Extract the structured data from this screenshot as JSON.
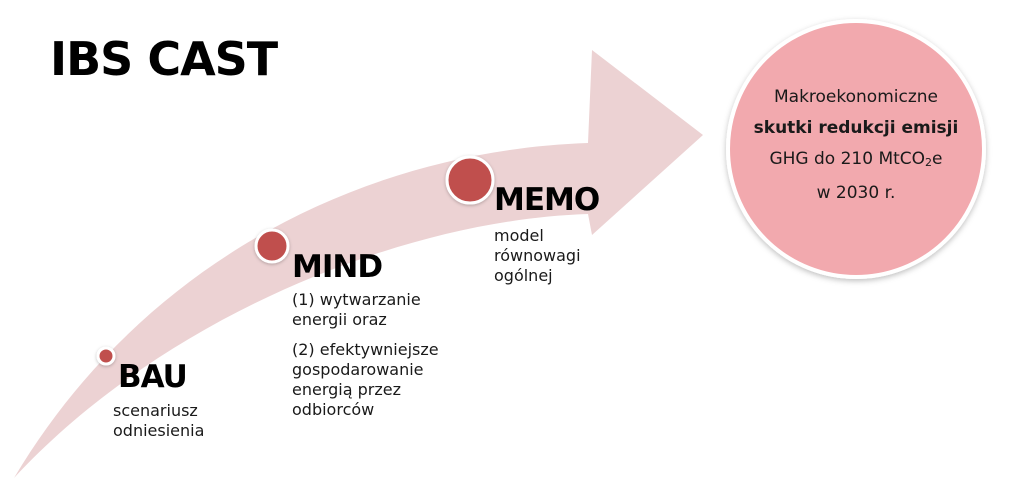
{
  "title": "IBS CAST",
  "stages": [
    {
      "label": "BAU",
      "description": [
        "scenariusz",
        "odniesienia"
      ]
    },
    {
      "label": "MIND",
      "description_items": [
        [
          "(1) wytwarzanie",
          "energii oraz"
        ],
        [
          "(2) efektywniejsze",
          "gospodarowanie",
          "energią przez",
          "odbiorców"
        ]
      ]
    },
    {
      "label": "MEMO",
      "description": [
        "model",
        "równowagi",
        "ogólnej"
      ]
    }
  ],
  "outcome": {
    "line1": "Makroekonomiczne",
    "line2": "skutki redukcji emisji",
    "line3_prefix": "GHG do 210 MtCO",
    "line3_sub": "2",
    "line3_suffix": "e",
    "line4": "w 2030 r."
  },
  "colors": {
    "arrow": "#ecd2d3",
    "dot_fill": "#c0504d",
    "dot_ring": "#ffffff",
    "outcome_circle": "#f2a9ae",
    "text": "#000000"
  }
}
